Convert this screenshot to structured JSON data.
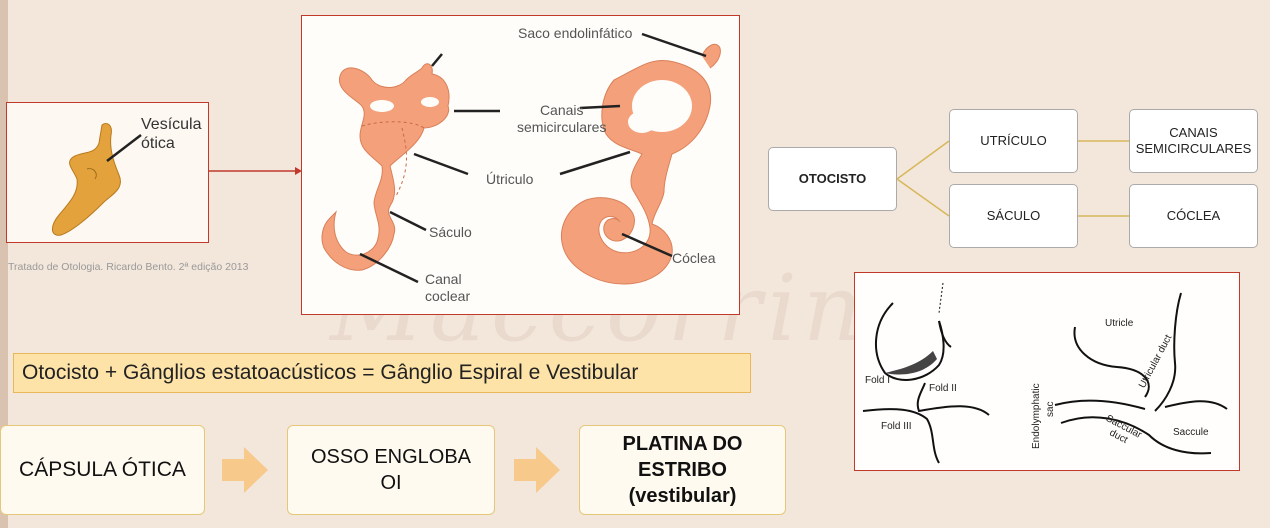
{
  "panel1": {
    "label_line1": "Vesícula",
    "label_line2": "ótica"
  },
  "caption": "Tratado de Otologia. Ricardo Bento. 2ª edição 2013",
  "panel2": {
    "saco": "Saco endolinfático",
    "canais1": "Canais",
    "canais2": "semicirculares",
    "utriculo": "Útriculo",
    "saculo": "Sáculo",
    "canal1": "Canal",
    "canal2": "coclear",
    "coclea": "Cóclea"
  },
  "tree": {
    "root": "OTOCISTO",
    "utriculo": "UTRÍCULO",
    "saculo": "SÁCULO",
    "canais_line1": "CANAIS",
    "canais_line2": "SEMICIRCULARES",
    "coclea": "CÓCLEA",
    "line_color": "#d8b75a"
  },
  "panel3": {
    "utricle": "Utricle",
    "utricular_duct": "Utricular duct",
    "fold1": "Fold I",
    "fold2": "Fold II",
    "fold3": "Fold III",
    "endolymphatic": "Endolymphatic",
    "sac": "sac",
    "saccular": "Saccular",
    "duct": "duct",
    "saccule": "Saccule"
  },
  "highlight": "Otocisto + Gânglios estatoacústicos = Gânglio Espiral e Vestibular",
  "flow": {
    "b1": "CÁPSULA ÓTICA",
    "b2_line1": "OSSO ENGLOBA",
    "b2_line2": "OI",
    "b3_line1": "PLATINA DO",
    "b3_line2": "ESTRIBO",
    "b3_line3": "(vestibular)"
  },
  "colors": {
    "accent_red": "#c0392b",
    "organ": "#f4a07a",
    "vesicle": "#e3a23b",
    "highlight_bg": "#fde3a8"
  }
}
